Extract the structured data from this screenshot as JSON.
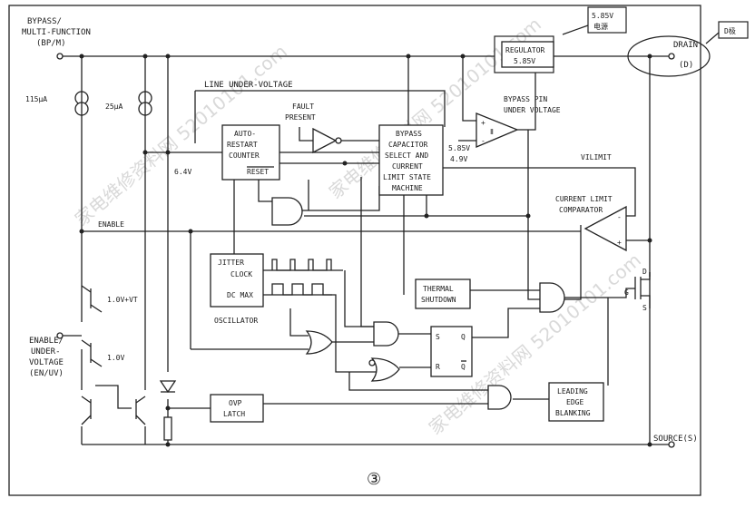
{
  "pins": {
    "bypass_line1": "BYPASS/",
    "bypass_line2": "MULTI-FUNCTION",
    "bypass_line3": "(BP/M)",
    "drain_line1": "DRAIN",
    "drain_line2": "(D)",
    "source": "SOURCE(S)",
    "enable_line1": "ENABLE/",
    "enable_line2": "UNDER-",
    "enable_line3": "VOLTAGE",
    "enable_line4": "(EN/UV)"
  },
  "annotations": {
    "regulator_note_line1": "5.85V",
    "regulator_note_line2": "电源",
    "drain_note": "D极",
    "figure_number": "③"
  },
  "blocks": {
    "regulator_line1": "REGULATOR",
    "regulator_line2": "5.85V",
    "auto_restart_line1": "AUTO-",
    "auto_restart_line2": "RESTART",
    "auto_restart_line3": "COUNTER",
    "auto_restart_reset": "RESET",
    "bypass_cap_line1": "BYPASS",
    "bypass_cap_line2": "CAPACITOR",
    "bypass_cap_line3": "SELECT AND",
    "bypass_cap_line4": "CURRENT",
    "bypass_cap_line5": "LIMIT STATE",
    "bypass_cap_line6": "MACHINE",
    "jitter": "JITTER",
    "clock": "CLOCK",
    "dc_max": "DC MAX",
    "oscillator": "OSCILLATOR",
    "thermal_line1": "THERMAL",
    "thermal_line2": "SHUTDOWN",
    "ovp_line1": "OVP",
    "ovp_line2": "LATCH",
    "leb_line1": "LEADING",
    "leb_line2": "EDGE",
    "leb_line3": "BLANKING",
    "ff_s": "S",
    "ff_q": "Q",
    "ff_r": "R",
    "ff_qbar": "Q"
  },
  "labels": {
    "current_115": "115μA",
    "current_25": "25μA",
    "line_uv": "LINE UNDER-VOLTAGE",
    "fault_line1": "FAULT",
    "fault_line2": "PRESENT",
    "v64": "6.4V",
    "enable": "ENABLE",
    "bypass_uv_line1": "BYPASS PIN",
    "bypass_uv_line2": "UNDER VOLTAGE",
    "v585": "5.85V",
    "v49": "4.9V",
    "vilimit": "VILIMIT",
    "cl_comp_line1": "CURRENT LIMIT",
    "cl_comp_line2": "COMPARATOR",
    "v1vt": "1.0V+VT",
    "v1": "1.0V",
    "mos_d": "D",
    "mos_g": "G",
    "mos_s": "S",
    "plus": "+",
    "minus": "-",
    "schmitt": "Ⅱ"
  },
  "watermark": "家电维修资料网 52010101.com",
  "colors": {
    "ink": "#222222",
    "paper": "#ffffff",
    "watermark": "#d9d9d9"
  }
}
